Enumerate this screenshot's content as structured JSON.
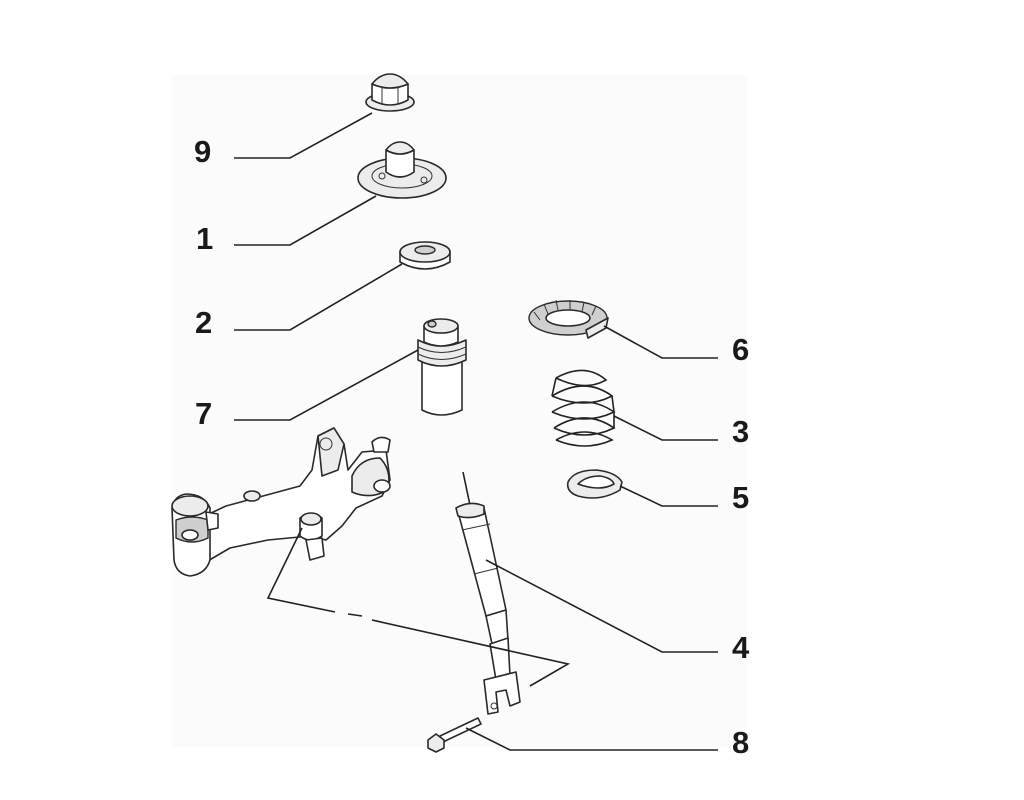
{
  "labels": {
    "9": "9",
    "1": "1",
    "2": "2",
    "7": "7",
    "6": "6",
    "3": "3",
    "5": "5",
    "4": "4",
    "8": "8"
  }
}
